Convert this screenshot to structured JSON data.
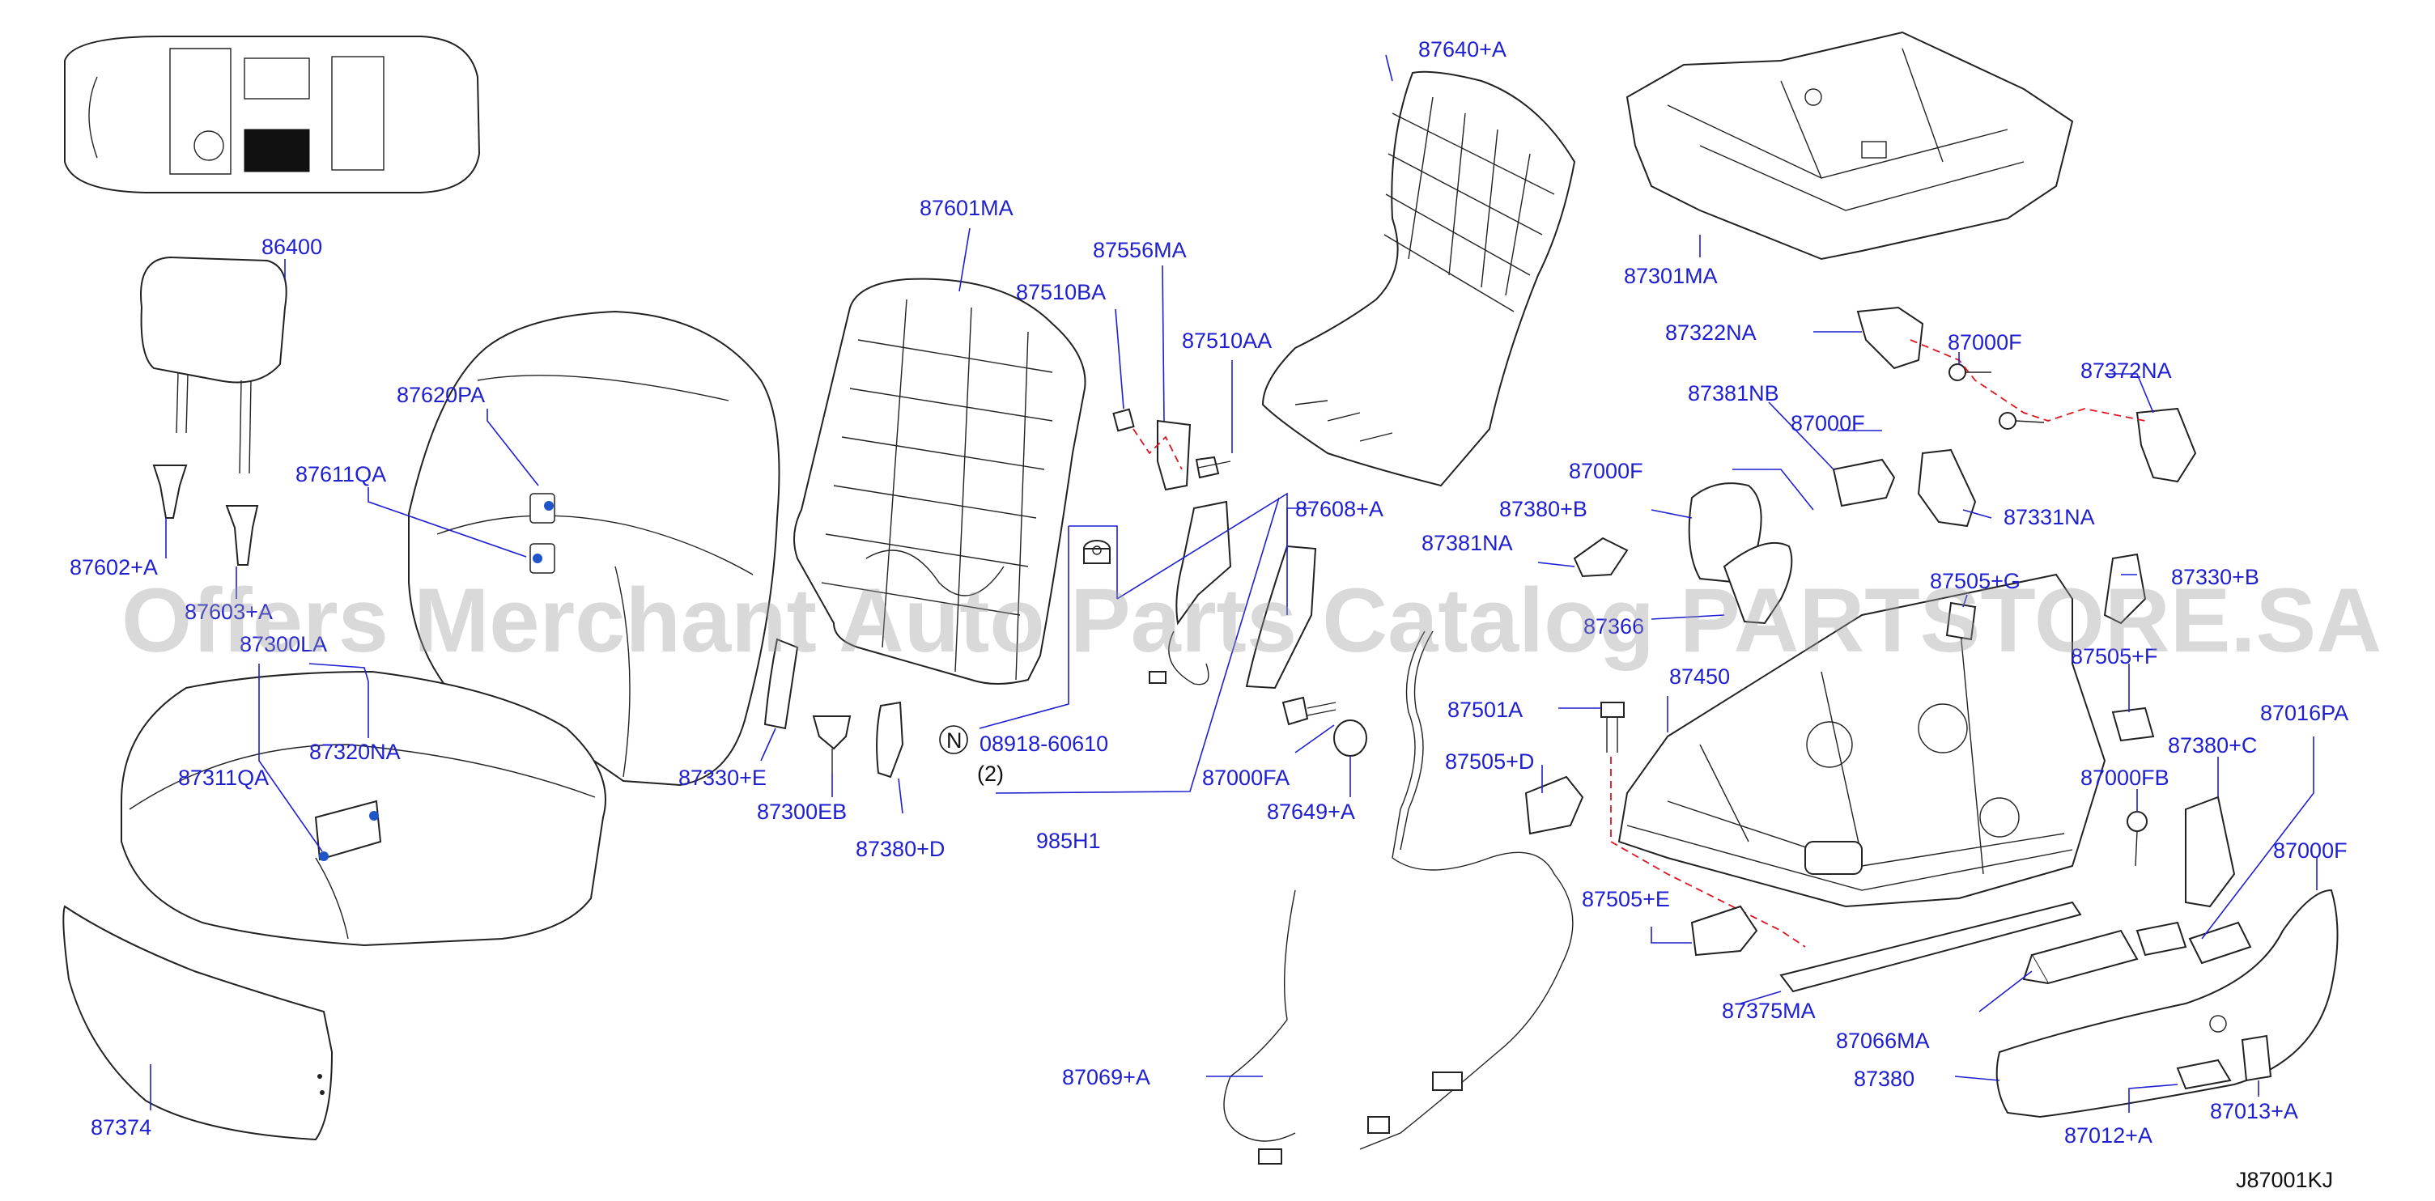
{
  "diagram": {
    "code": "J87001KJ",
    "watermark": "Offers Merchant Auto Parts Catalog PARTSTORE.SA",
    "labels": {
      "p86400": "86400",
      "p87602A": "87602+A",
      "p87603A": "87603+A",
      "p87620PA": "87620PA",
      "p87611QA": "87611QA",
      "p87300LA": "87300LA",
      "p87320NA": "87320NA",
      "p87311QA": "87311QA",
      "p87374": "87374",
      "p87601MA": "87601MA",
      "p87510BA": "87510BA",
      "p87556MA": "87556MA",
      "p87510AA": "87510AA",
      "p87330E": "87330+E",
      "p87300EB": "87300EB",
      "p87380D": "87380+D",
      "p08918": "08918-60610",
      "p08918qty": "(2)",
      "nMark": "N",
      "p985H1": "985H1",
      "p87640A": "87640+A",
      "p87608A": "87608+A",
      "p87000FA": "87000FA",
      "p87649A": "87649+A",
      "p87069A": "87069+A",
      "p87301MA": "87301MA",
      "p87322NA": "87322NA",
      "p87000F_a": "87000F",
      "p87372NA": "87372NA",
      "p87381NB": "87381NB",
      "p87000F_b": "87000F",
      "p87000F_c": "87000F",
      "p87380B": "87380+B",
      "p87331NA": "87331NA",
      "p87381NA": "87381NA",
      "p87366": "87366",
      "p87505G": "87505+G",
      "p87330B": "87330+B",
      "p87505F": "87505+F",
      "p87450": "87450",
      "p87501A": "87501A",
      "p87505D": "87505+D",
      "p87380C": "87380+C",
      "p87016PA": "87016PA",
      "p87000FB": "87000FB",
      "p87000F_d": "87000F",
      "p87505E": "87505+E",
      "p87375MA": "87375MA",
      "p87066MA": "87066MA",
      "p87380": "87380",
      "p87012A": "87012+A",
      "p87013A": "87013+A"
    }
  }
}
